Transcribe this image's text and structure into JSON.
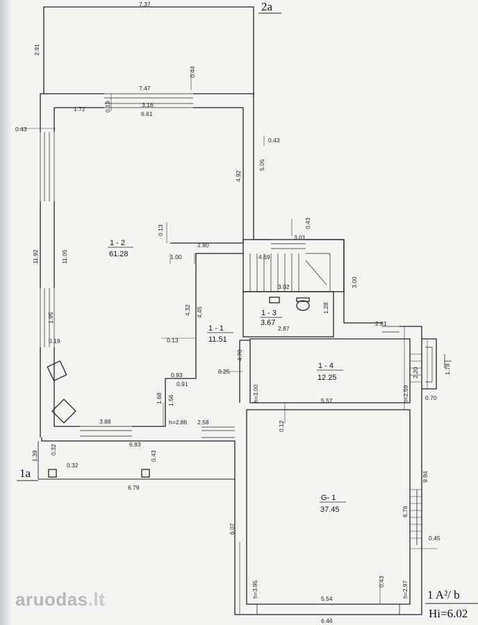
{
  "labels": {
    "sheet_top": "2a",
    "sheet_left": "1a",
    "sheet_ref": "1 A²/ b",
    "height_ref": "Hi=6.02"
  },
  "rooms": {
    "r12": {
      "code": "1 - 2",
      "area": "61.28"
    },
    "r11": {
      "code": "1 - 1",
      "area": "11.51"
    },
    "r13": {
      "code": "1 - 3",
      "area": "3.67"
    },
    "r14": {
      "code": "1 - 4",
      "area": "12.25"
    },
    "g1": {
      "code": "G- 1",
      "area": "37.45"
    }
  },
  "dims": {
    "d_top_737": "7.37",
    "d_291": "2.91",
    "d_044": "0.44",
    "d_747": "7.47",
    "d_172": "1.72",
    "d_019a": "0.19",
    "d_316": "3.16",
    "d_661": "6.61",
    "d_043a": "0.43",
    "d_043b": "0.43",
    "d_505": "5.05",
    "d_492": "4.92",
    "d_043c": "0.43",
    "d_301": "3.01",
    "d_013a": "0.13",
    "d_280": "2.80",
    "d_100": "1.00",
    "d_469": "4.69",
    "d_302": "3.02",
    "d_300": "3.00",
    "d_1192": "11.92",
    "d_1105": "11.05",
    "d_128": "1.28",
    "d_287": "2.87",
    "d_432": "4.32",
    "d_445": "4.45",
    "d_195": "1.95",
    "d_019b": "0.19",
    "d_013b": "0.13",
    "d_281": "2.81",
    "d_470": "4.70",
    "d_025": "0.25",
    "d_220": "2.20",
    "d_178": "1.78",
    "d_093": "0.93",
    "d_091": "0.91",
    "d_h300": "h=3.00",
    "d_h259": "h=2.59",
    "d_070": "0.70",
    "d_557": "5.57",
    "d_168": "1.68",
    "d_156": "1.56",
    "d_012": "0.12",
    "d_388": "3.88",
    "d_h286": "h=2.86",
    "d_258": "2.58",
    "d_683": "6.83",
    "d_139": "1.39",
    "d_032a": "0.32",
    "d_032b": "0.32",
    "d_043d": "0.43",
    "d_679": "6.79",
    "d_994": "9.94",
    "d_676": "6.76",
    "d_607": "6.07",
    "d_045": "0.45",
    "d_h395": "h=3.95",
    "d_043e": "0.43",
    "d_h297": "h=2.97",
    "d_554": "5.54",
    "d_646": "6.46"
  },
  "watermark": {
    "brand": "aruodas",
    "dot": ".lt"
  }
}
